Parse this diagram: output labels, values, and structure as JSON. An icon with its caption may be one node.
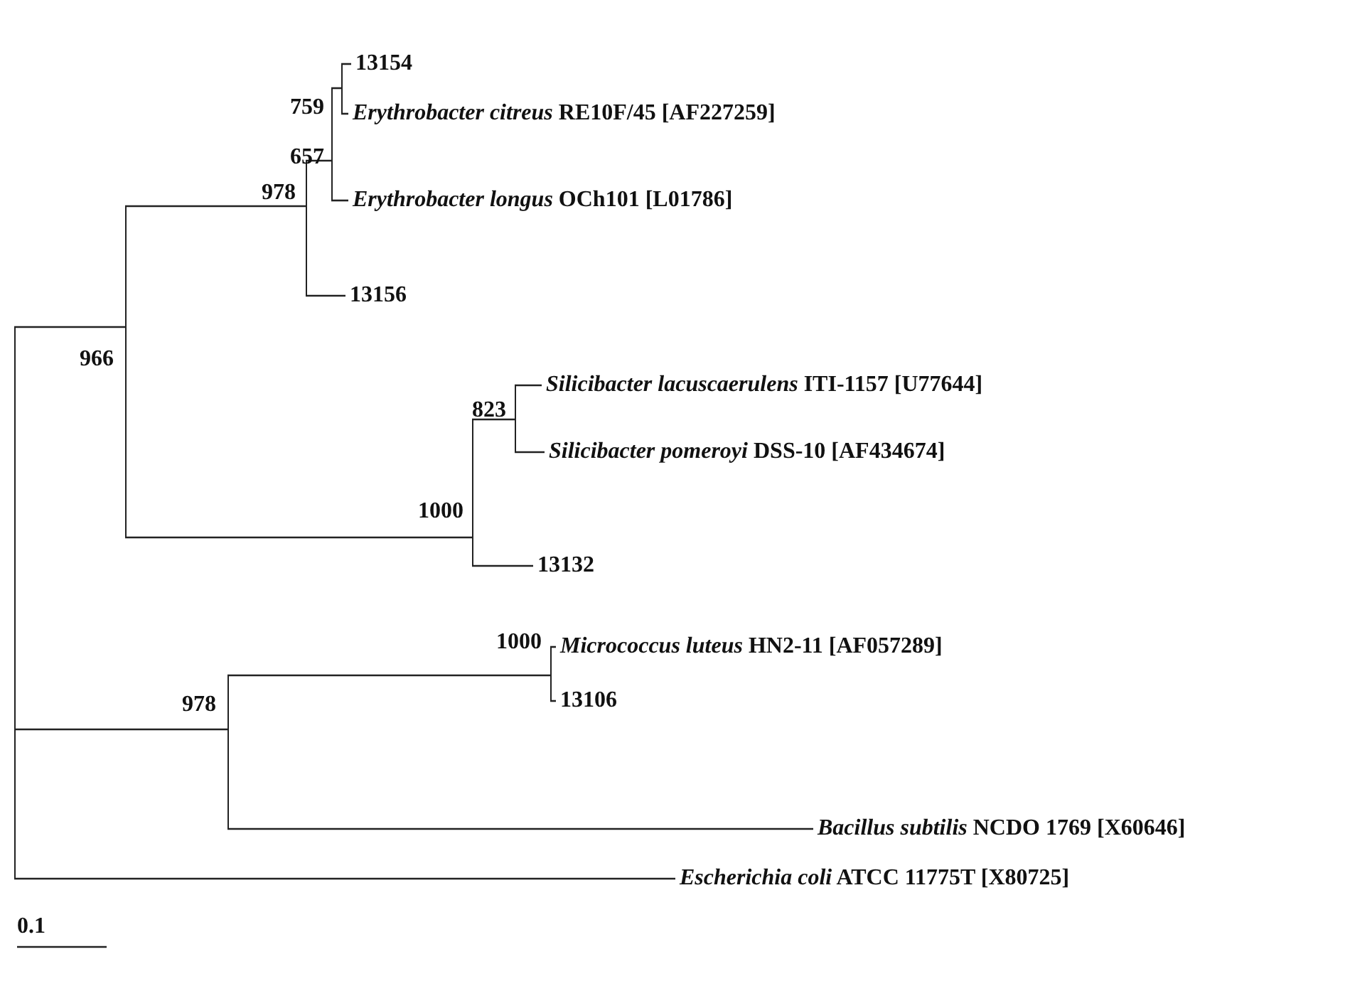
{
  "diagram": {
    "nodes": [
      {
        "text": [],
        "shape": "bar"
      },
      {
        "text": [],
        "shape": "bar",
        "beside": [
          "966"
        ]
      },
      {
        "text": [],
        "shape": "bar",
        "beside": [
          "978"
        ]
      },
      {
        "text": [],
        "shape": "bar",
        "beside": [
          "657"
        ]
      },
      {
        "text": [],
        "shape": "bar",
        "beside": [
          "759"
        ]
      },
      {
        "text": [
          "13154"
        ]
      },
      {
        "text": [
          "*Erythrobacter citreus* RE10F/45 [AF227259]"
        ]
      },
      {
        "text": [
          "*Erythrobacter longus* OCh101 [L01786]"
        ]
      },
      {
        "text": [
          "13156"
        ]
      },
      {
        "text": [],
        "shape": "bar",
        "beside": [
          "1000"
        ]
      },
      {
        "text": [],
        "shape": "bar",
        "beside": [
          "823"
        ]
      },
      {
        "text": [
          "*Silicibacter lacuscaerulens* ITI-1157 [U77644]"
        ]
      },
      {
        "text": [
          "*Silicibacter pomeroyi* DSS-10 [AF434674]"
        ]
      },
      {
        "text": [
          "13132"
        ]
      },
      {
        "text": [],
        "shape": "bar",
        "beside": [
          "978"
        ]
      },
      {
        "text": [],
        "shape": "bar",
        "beside": [
          "1000"
        ]
      },
      {
        "text": [
          "*Micrococcus luteus* HN2-11 [AF057289]"
        ]
      },
      {
        "text": [
          "13106"
        ]
      },
      {
        "text": [
          "*Bacillus subtilis* NCDO 1769 [X60646]"
        ]
      },
      {
        "text": [
          "*Escherichia coli* ATCC 11775T [X80725]"
        ]
      }
    ],
    "edges": [
      {
        "from": 0,
        "to": 1,
        "arrow": "none"
      },
      {
        "from": 1,
        "to": 2,
        "arrow": "none"
      },
      {
        "from": 2,
        "to": 3,
        "arrow": "none"
      },
      {
        "from": 3,
        "to": 4,
        "arrow": "none"
      },
      {
        "from": 4,
        "to": 5,
        "arrow": "none"
      },
      {
        "from": 4,
        "to": 6,
        "arrow": "none"
      },
      {
        "from": 3,
        "to": 7,
        "arrow": "none"
      },
      {
        "from": 2,
        "to": 8,
        "arrow": "none"
      },
      {
        "from": 1,
        "to": 9,
        "arrow": "none"
      },
      {
        "from": 9,
        "to": 10,
        "arrow": "none"
      },
      {
        "from": 10,
        "to": 11,
        "arrow": "none"
      },
      {
        "from": 10,
        "to": 12,
        "arrow": "none"
      },
      {
        "from": 9,
        "to": 13,
        "arrow": "none"
      },
      {
        "from": 0,
        "to": 14,
        "arrow": "none"
      },
      {
        "from": 14,
        "to": 15,
        "arrow": "none"
      },
      {
        "from": 15,
        "to": 16,
        "arrow": "none"
      },
      {
        "from": 15,
        "to": 17,
        "arrow": "none"
      },
      {
        "from": 14,
        "to": 18,
        "arrow": "none"
      },
      {
        "from": 0,
        "to": 19,
        "arrow": "none"
      }
    ],
    "labels": [
      "0.1"
    ]
  }
}
